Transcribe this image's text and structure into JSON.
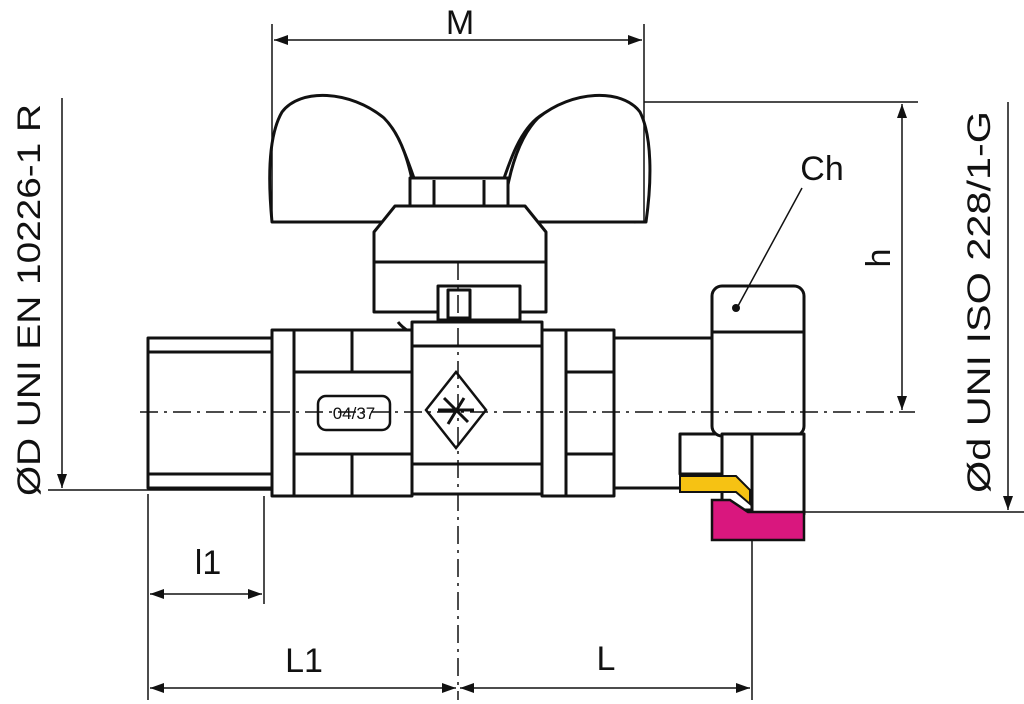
{
  "dimensions": {
    "width_label": "M",
    "height_label": "h",
    "wrench_label": "Ch",
    "thread_length_label": "l1",
    "left_length_label": "L1",
    "right_length_label": "L",
    "male_thread_label": "ØD UNI EN 10226-1 R",
    "female_thread_label": "Ød UNI ISO 228/1-G"
  },
  "body": {
    "marking": "04/37"
  },
  "colors": {
    "line": "#111111",
    "gasket_yellow": "#f6c213",
    "gasket_magenta": "#d9177e"
  }
}
